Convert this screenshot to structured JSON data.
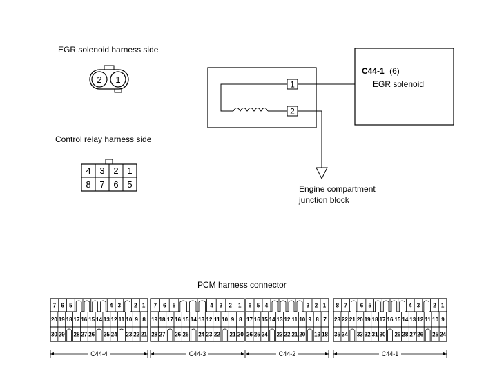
{
  "egr_connector": {
    "title": "EGR solenoid harness side",
    "pins": [
      "2",
      "1"
    ]
  },
  "relay_connector": {
    "title": "Control relay harness side",
    "top_row": [
      "4",
      "3",
      "2",
      "1"
    ],
    "bottom_row": [
      "8",
      "7",
      "6",
      "5"
    ]
  },
  "circuit": {
    "pin1": "1",
    "pin2": "2",
    "pcm_connector": "C44-1",
    "pcm_pin": "(6)",
    "component": "EGR solenoid",
    "ground_label_line1": "Engine compartment",
    "ground_label_line2": "junction block"
  },
  "pcm": {
    "title": "PCM harness connector",
    "connectors": [
      {
        "name": "C44-4",
        "row1": [
          "7",
          "6",
          "5",
          "",
          "",
          "",
          "",
          "4",
          "3",
          "",
          "2",
          "1"
        ],
        "row2": [
          "20",
          "19",
          "18",
          "17",
          "16",
          "15",
          "14",
          "13",
          "12",
          "11",
          "10",
          "9",
          "8"
        ],
        "row3": [
          "30",
          "29",
          "",
          "28",
          "27",
          "26",
          "",
          "25",
          "24",
          "",
          "23",
          "22",
          "21"
        ]
      },
      {
        "name": "C44-3",
        "row1": [
          "7",
          "6",
          "5",
          "",
          "",
          "",
          "4",
          "3",
          "2",
          "1"
        ],
        "row2": [
          "19",
          "18",
          "17",
          "16",
          "15",
          "14",
          "13",
          "12",
          "11",
          "10",
          "9",
          "8"
        ],
        "row3": [
          "28",
          "27",
          "",
          "26",
          "25",
          "",
          "24",
          "23",
          "22",
          "",
          "21",
          "20"
        ]
      },
      {
        "name": "C44-2",
        "row1": [
          "6",
          "5",
          "4",
          "",
          "",
          "",
          "",
          "3",
          "2",
          "1"
        ],
        "row2": [
          "17",
          "16",
          "15",
          "14",
          "13",
          "12",
          "11",
          "10",
          "9",
          "8",
          "7"
        ],
        "row3": [
          "26",
          "25",
          "24",
          "",
          "23",
          "22",
          "21",
          "20",
          "",
          "19",
          "18"
        ]
      },
      {
        "name": "C44-1",
        "row1": [
          "8",
          "7",
          "",
          "6",
          "5",
          "",
          "",
          "",
          "",
          "4",
          "3",
          "",
          "2",
          "1"
        ],
        "row2": [
          "23",
          "22",
          "21",
          "20",
          "19",
          "18",
          "17",
          "16",
          "15",
          "14",
          "13",
          "12",
          "11",
          "10",
          "9"
        ],
        "row3": [
          "35",
          "34",
          "",
          "33",
          "32",
          "31",
          "30",
          "",
          "29",
          "28",
          "27",
          "26",
          "",
          "25",
          "24"
        ]
      }
    ]
  }
}
